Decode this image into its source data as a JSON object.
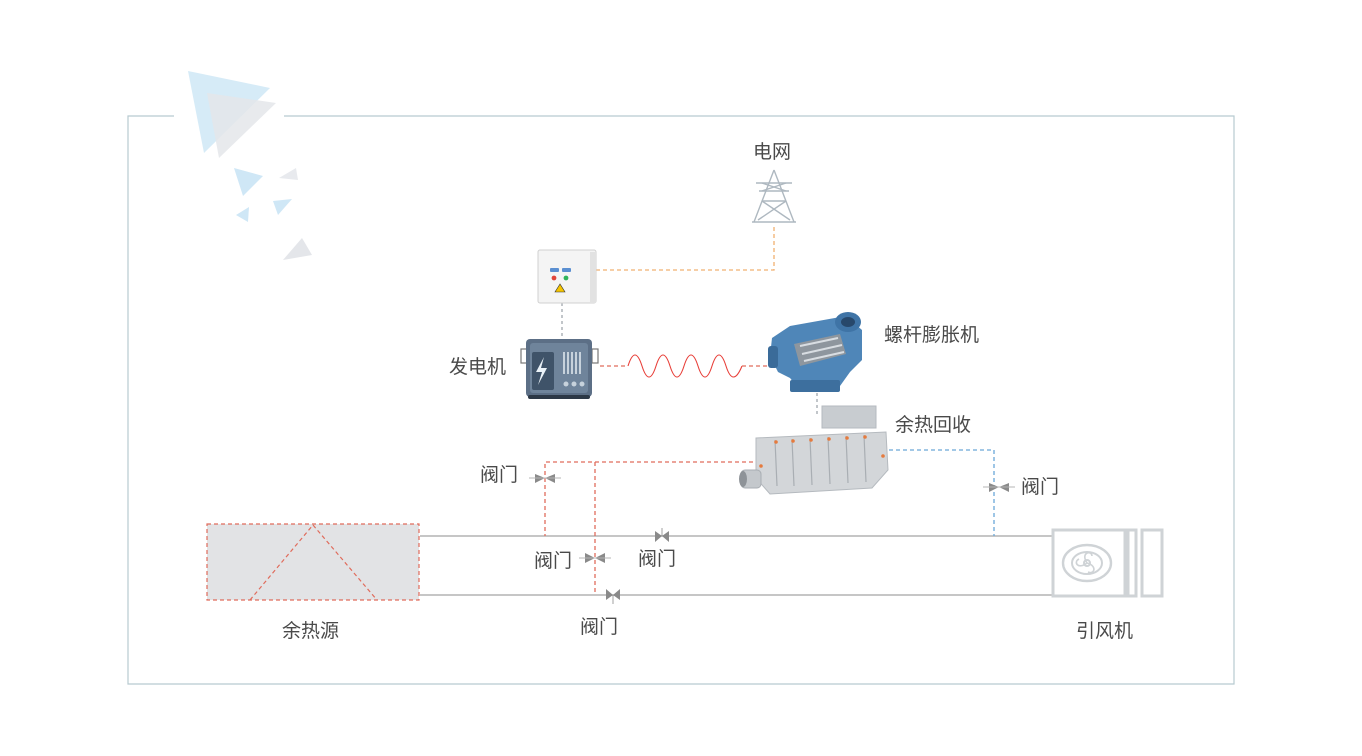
{
  "labels": {
    "grid": "电网",
    "generator": "发电机",
    "expander": "螺杆膨胀机",
    "recovery": "余热回收",
    "valve": "阀门",
    "heat_source": "余热源",
    "fan": "引风机"
  },
  "colors": {
    "frame": "#b8cad0",
    "hot_line": "#e06c5c",
    "sine": "#e8403a",
    "power_line": "#f0b070",
    "cool_line": "#6aa8d8",
    "pipe": "#b4b4b4",
    "valve": "#8a8a8a",
    "equipment_blue": "#4f86b8",
    "heat_source_fill": "#e2e3e5",
    "heat_source_border": "#e06c5c",
    "tower": "#aeb8c0",
    "accent_triangle": "#cfe7f6"
  },
  "icons": [
    "power-tower-icon",
    "control-cabinet-icon",
    "generator-icon",
    "screw-expander-icon",
    "heat-recovery-exchanger-icon",
    "valve-icon",
    "fan-icon",
    "heat-source-box"
  ]
}
